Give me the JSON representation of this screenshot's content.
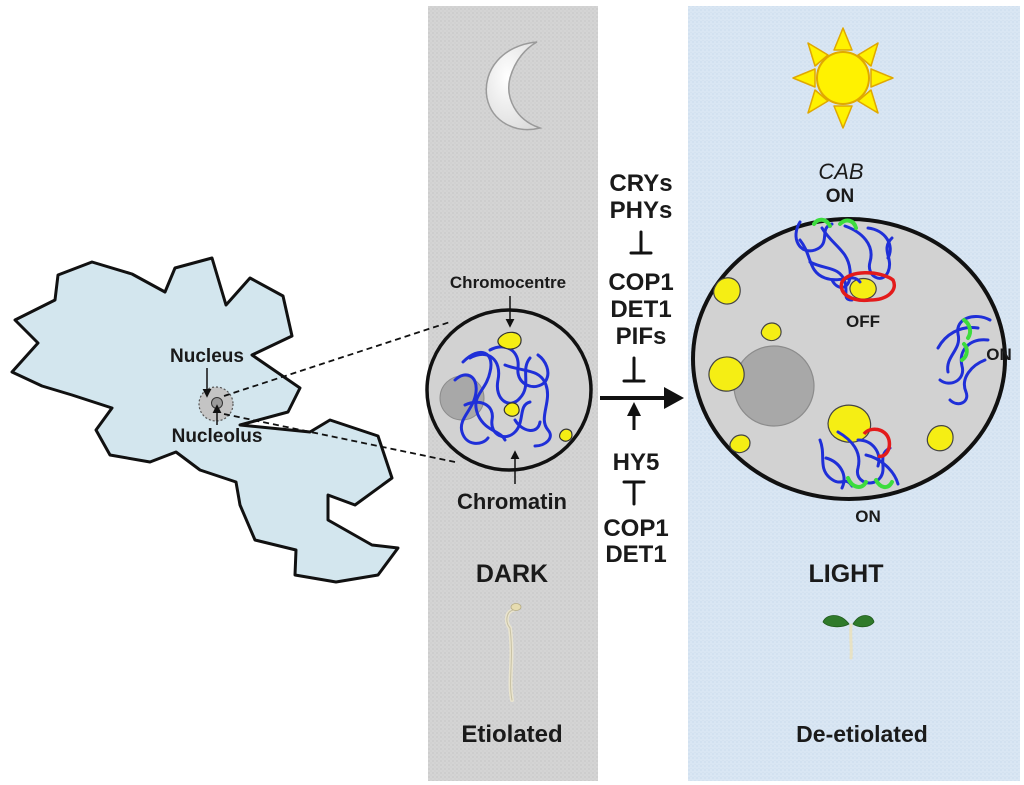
{
  "cell_labels": {
    "nucleus": "Nucleus",
    "nucleolus": "Nucleolus"
  },
  "dark_panel": {
    "chromocentre": "Chromocentre",
    "chromatin": "Chromatin",
    "condition": "DARK",
    "phenotype": "Etiolated"
  },
  "pathway": {
    "photoreceptors": [
      "CRYs",
      "PHYs"
    ],
    "repressors": [
      "COP1",
      "DET1",
      "PIFs"
    ],
    "activator": "HY5",
    "activator_repressors": [
      "COP1",
      "DET1"
    ]
  },
  "light_panel": {
    "gene": "CAB",
    "on_top": "ON",
    "off": "OFF",
    "on_right": "ON",
    "on_bottom": "ON",
    "condition": "LIGHT",
    "phenotype": "De-etiolated"
  },
  "colors": {
    "cell_fill": "#d3e6ee",
    "dark_bg": "#d4d4d4",
    "light_bg": "#d9e6f3",
    "nucleus_fill": "#d2d2d2",
    "nucleolus_fill": "#a8a8a8",
    "chromatin": "#1f2fd8",
    "chromocentre": "#f5ee14",
    "gene_on": "#3ddc3d",
    "gene_off": "#e31b1b",
    "sun": "#fff200",
    "moon": "#f2f2f2"
  },
  "icons": {
    "moon": "moon-icon",
    "sun": "sun-icon",
    "etiolated_seedling": "etiolated-seedling-icon",
    "green_seedling": "green-seedling-icon"
  }
}
